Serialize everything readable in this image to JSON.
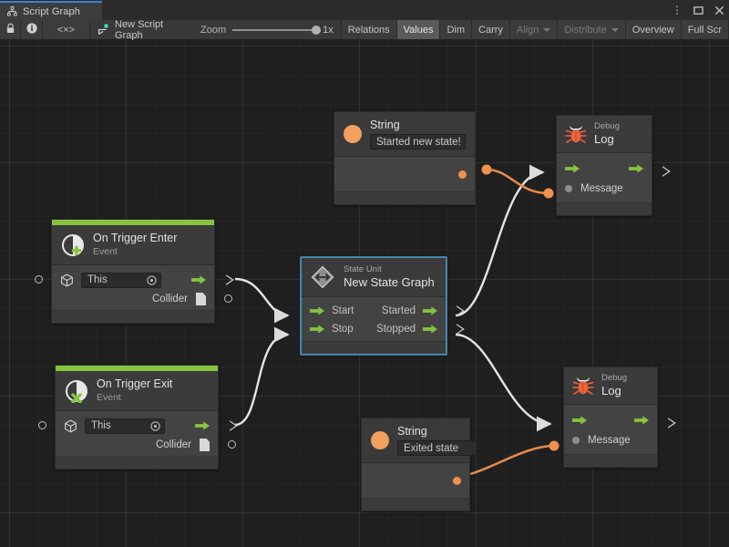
{
  "window": {
    "tab_label": "Script Graph",
    "tab_icon": "graph-hierarchy-icon",
    "controls": {
      "menu": "⋮",
      "maximize": "▭",
      "close": "✕"
    }
  },
  "toolbar": {
    "lock_icon": "lock-icon",
    "info_icon": "info-icon",
    "code_icon": "<×>",
    "graph_name": "New Script Graph",
    "zoom_label": "Zoom",
    "zoom_value": "1x",
    "buttons": [
      {
        "label": "Relations",
        "state": "normal"
      },
      {
        "label": "Values",
        "state": "active"
      },
      {
        "label": "Dim",
        "state": "normal"
      },
      {
        "label": "Carry",
        "state": "normal"
      },
      {
        "label": "Align",
        "state": "dim",
        "dropdown": true
      },
      {
        "label": "Distribute",
        "state": "dim",
        "dropdown": true
      },
      {
        "label": "Overview",
        "state": "normal"
      },
      {
        "label": "Full Scr",
        "state": "normal"
      }
    ]
  },
  "graph": {
    "nodes": [
      {
        "id": "string-top",
        "kind": "literal-string",
        "title": "String",
        "value": "Started new state!",
        "icon": "orange-circle-icon"
      },
      {
        "id": "debug-log-top",
        "kind": "debug-log",
        "title_small": "Debug",
        "title_large": "Log",
        "icon": "bug-icon",
        "input_port": "Message"
      },
      {
        "id": "on-trigger-enter",
        "kind": "event",
        "title": "On Trigger Enter",
        "subtitle": "Event",
        "icon": "event-plus-icon",
        "target_field": "This",
        "output_port": "Collider"
      },
      {
        "id": "state-unit",
        "kind": "state-unit",
        "title_small": "State Unit",
        "title_large": "New  State  Graph",
        "icon": "state-diamond-icon",
        "selected": true,
        "inputs": [
          "Start",
          "Stop"
        ],
        "outputs": [
          "Started",
          "Stopped"
        ]
      },
      {
        "id": "on-trigger-exit",
        "kind": "event",
        "title": "On Trigger Exit",
        "subtitle": "Event",
        "icon": "event-cross-icon",
        "target_field": "This",
        "output_port": "Collider"
      },
      {
        "id": "string-bottom",
        "kind": "literal-string",
        "title": "String",
        "value": "Exited state",
        "icon": "orange-circle-icon"
      },
      {
        "id": "debug-log-bottom",
        "kind": "debug-log",
        "title_small": "Debug",
        "title_large": "Log",
        "icon": "bug-icon",
        "input_port": "Message"
      }
    ],
    "edges": [
      {
        "from": "on-trigger-enter",
        "to": "state-unit:Start",
        "type": "flow"
      },
      {
        "from": "on-trigger-exit",
        "to": "state-unit:Stop",
        "type": "flow"
      },
      {
        "from": "state-unit:Started",
        "to": "debug-log-top",
        "type": "flow"
      },
      {
        "from": "state-unit:Stopped",
        "to": "debug-log-bottom",
        "type": "flow"
      },
      {
        "from": "string-top",
        "to": "debug-log-top:Message",
        "type": "value"
      },
      {
        "from": "string-bottom",
        "to": "debug-log-bottom:Message",
        "type": "value"
      }
    ]
  },
  "colors": {
    "flow_green": "#86c440",
    "value_orange": "#f0924e",
    "event_header": "#86c440",
    "selection": "#4a90b8",
    "canvas_bg": "#1f1f1f",
    "node_bg": "#3a3a3a",
    "accent_tab": "#3f7fd1"
  }
}
